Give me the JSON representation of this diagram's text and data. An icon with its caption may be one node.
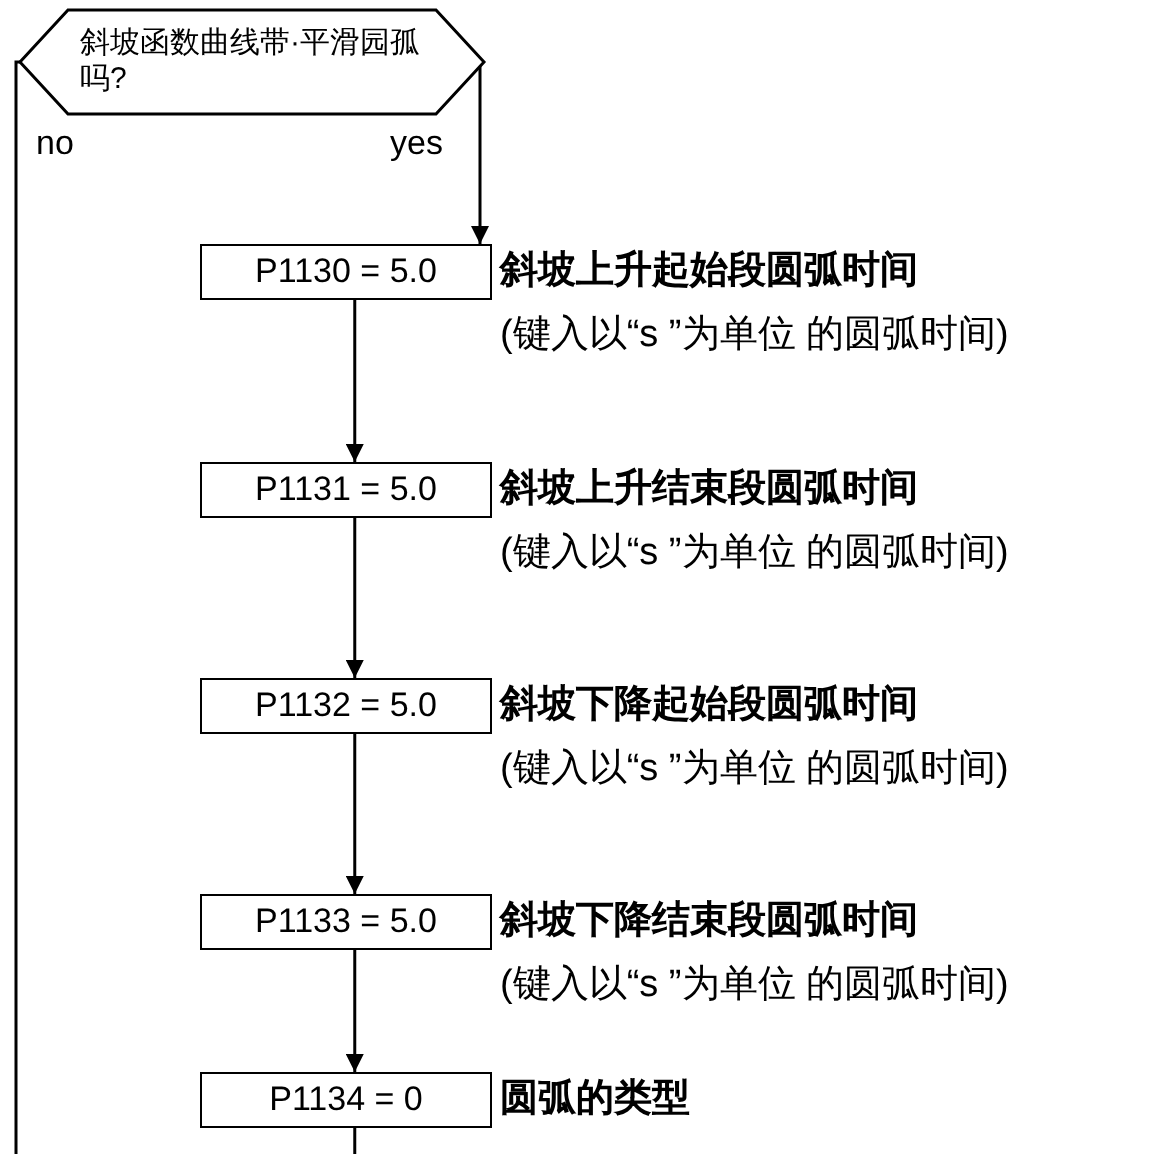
{
  "diagram": {
    "nodes": [
      {
        "text": [
          "斜坡函数曲线带·平滑园孤吗?"
        ]
      },
      {
        "text": [
          "P1130 = 5.0"
        ],
        "beside": [
          "斜坡上升起始段圆弧时间",
          "(键入以“s ”为单位 的圆弧时间)"
        ]
      },
      {
        "text": [
          "P1131 = 5.0"
        ],
        "beside": [
          "斜坡上升结束段圆弧时间",
          "(键入以“s ”为单位 的圆弧时间)"
        ]
      },
      {
        "text": [
          "P1132 = 5.0"
        ],
        "beside": [
          "斜坡下降起始段圆弧时间",
          "(键入以“s ”为单位 的圆弧时间)"
        ]
      },
      {
        "text": [
          "P1133 = 5.0"
        ],
        "beside": [
          "斜坡下降结束段圆弧时间",
          "(键入以“s ”为单位 的圆弧时间)"
        ]
      },
      {
        "text": [
          "P1134 = 0"
        ],
        "beside": [
          "圆弧的类型"
        ]
      }
    ],
    "edges": [
      {
        "from": 0,
        "to": null,
        "arrow": "none",
        "label": "no"
      },
      {
        "from": 0,
        "to": 1,
        "arrow": "to",
        "label": "yes"
      },
      {
        "from": 1,
        "to": 2,
        "arrow": "to"
      },
      {
        "from": 2,
        "to": 3,
        "arrow": "to"
      },
      {
        "from": 3,
        "to": 4,
        "arrow": "to"
      },
      {
        "from": 4,
        "to": 5,
        "arrow": "to"
      },
      {
        "from": 5,
        "to": null,
        "arrow": "none"
      }
    ]
  }
}
